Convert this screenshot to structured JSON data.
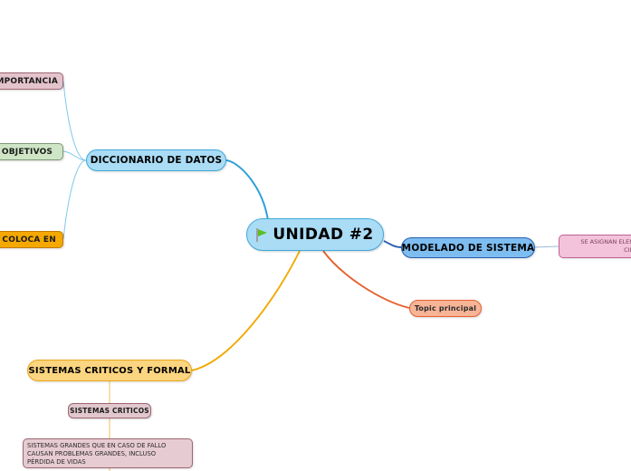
{
  "diagram": {
    "type": "mind-map",
    "background_color": "#ffffff",
    "root": {
      "label": "UNIDAD #2",
      "icon": "green-flag-icon",
      "fill": "#aadcf5",
      "border": "#3fa9dd"
    },
    "nodes": [
      {
        "id": "diccionario-de-datos",
        "label": "DICCIONARIO DE DATOS",
        "fill": "#aadcf5",
        "border": "#3fa9dd"
      },
      {
        "id": "modelado-de-sistema",
        "label": "MODELADO DE SISTEMA",
        "fill": "#7dbdf0",
        "border": "#2a5fb0"
      },
      {
        "id": "topic-principal",
        "label": "Topic principal",
        "fill": "#f7b496",
        "border": "#e4602f"
      },
      {
        "id": "sistemas-criticos-y-formal",
        "label": "SISTEMAS CRITICOS Y FORMAL",
        "fill": "#fbd57f",
        "border": "#eaa51a"
      },
      {
        "id": "importancia",
        "label": "IMPORTANCIA",
        "fill": "#e4c4cc",
        "border": "#9d6673"
      },
      {
        "id": "objetivos",
        "label": "OBJETIVOS",
        "fill": "#cee5c6",
        "border": "#7f9a78"
      },
      {
        "id": "se-coloca-en",
        "label": "SE COLOCA EN",
        "fill": "#f4a800",
        "border": "#c07c00"
      },
      {
        "id": "se-asignan-elementos",
        "label": "SE ASIGNAN ELEME\nCINC",
        "fill": "#f3c3dc",
        "border": "#c06396"
      },
      {
        "id": "sistemas-criticos",
        "label": "SISTEMAS CRITICOS",
        "fill": "#e0c8ce",
        "border": "#9d6673"
      },
      {
        "id": "sistemas-criticos-descripcion",
        "label": "SISTEMAS GRANDES  QUE EN CASO DE FALLO\nCAUSAN PROBLEMAS GRANDES, INCLUSO\nPÉRDIDA DE VIDAS",
        "fill": "#e7cbd2",
        "border": "#9d6673"
      }
    ],
    "edge_colors": {
      "diccionario": "#2a9fd8",
      "modelado": "#2a5fb0",
      "topic": "#e4602f",
      "sistemas": "#f2a900",
      "subtree_blue": "#7ec8e8",
      "subtree_amber": "#f4be54",
      "subtree_pink": "#b98ca8"
    }
  }
}
